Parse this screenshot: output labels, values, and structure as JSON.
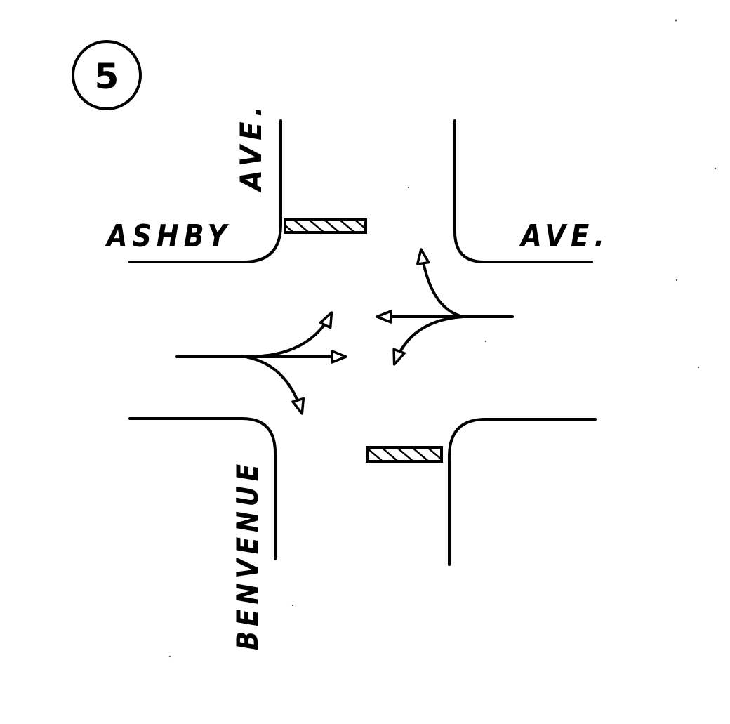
{
  "figure": {
    "number": "5",
    "street_labels": {
      "ashby": "ASHBY",
      "ave_horizontal": "AVE.",
      "ave_vertical": "AVE.",
      "benvenue": "BENVENUE"
    },
    "ink_color": "#000000",
    "background_color": "#ffffff",
    "crosswalk_symbol": "hatched-bar",
    "arrow_symbol": "open-triangle-arrowhead"
  }
}
